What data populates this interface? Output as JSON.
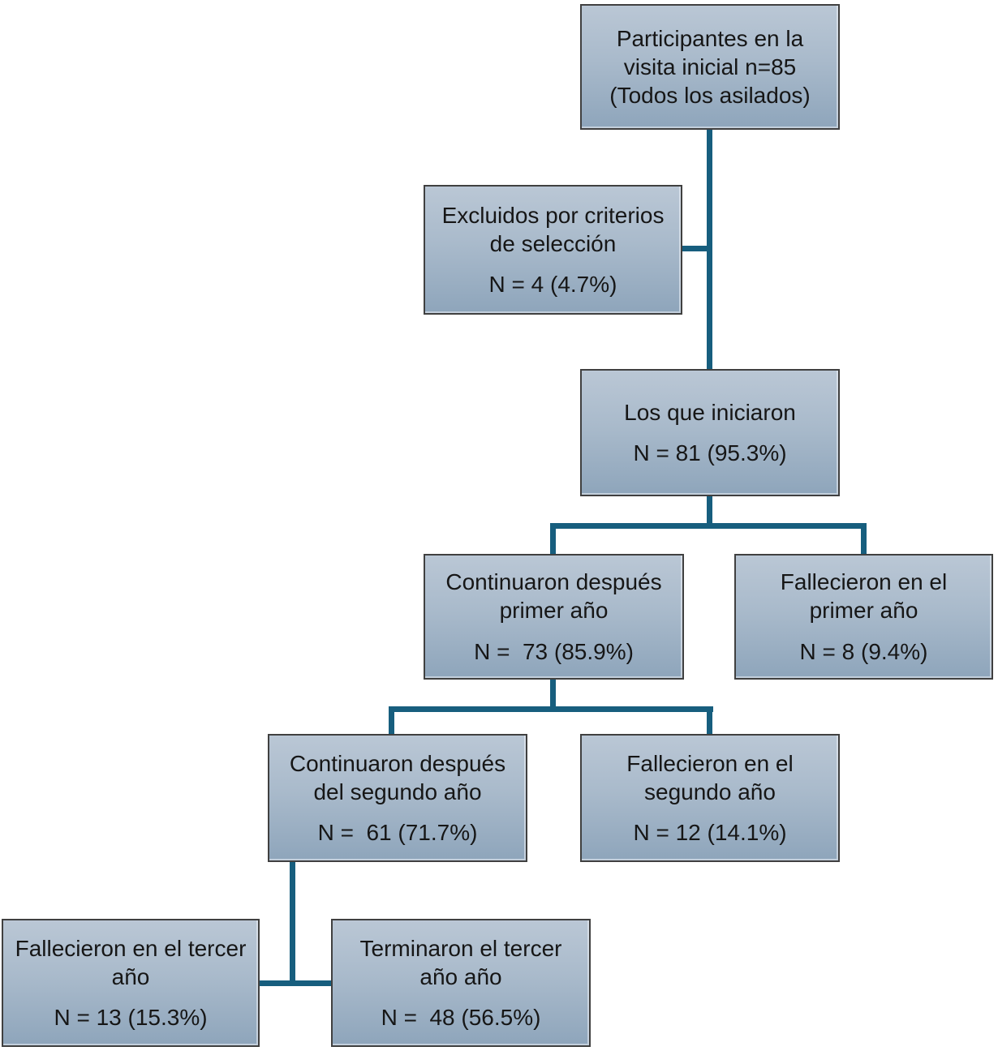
{
  "diagram": {
    "type": "flowchart",
    "language": "es",
    "description": "Participant flow diagram over three years of follow-up"
  },
  "colors": {
    "connector": "#175e7e",
    "box_fill_top": "#bac7d5",
    "box_fill_bottom": "#8ea5bb",
    "box_border": "#404040",
    "text": "#161616"
  },
  "boxes": [
    {
      "id": "initial-participants",
      "label": "Participantes en la\nvisita inicial n=85\n(Todos los asilados)",
      "n": ""
    },
    {
      "id": "excluded",
      "label": "Excluidos por criterios\nde selección",
      "n": "N = 4 (4.7%)"
    },
    {
      "id": "started",
      "label": "Los que iniciaron",
      "n": "N = 81 (95.3%)"
    },
    {
      "id": "continued-after-year1",
      "label": "Continuaron después\nprimer año",
      "n": "N =  73 (85.9%)"
    },
    {
      "id": "died-year1",
      "label": "Fallecieron en el\nprimer año",
      "n": "N = 8 (9.4%)"
    },
    {
      "id": "continued-after-year2",
      "label": "Continuaron después\ndel segundo año",
      "n": "N =  61 (71.7%)"
    },
    {
      "id": "died-year2",
      "label": "Fallecieron en el\nsegundo año",
      "n": "N = 12 (14.1%)"
    },
    {
      "id": "died-year3",
      "label": "Fallecieron en el tercer\naño",
      "n": "N = 13 (15.3%)"
    },
    {
      "id": "finished-year3",
      "label": "Terminaron el tercer\naño año",
      "n": "N =  48 (56.5%)"
    }
  ]
}
